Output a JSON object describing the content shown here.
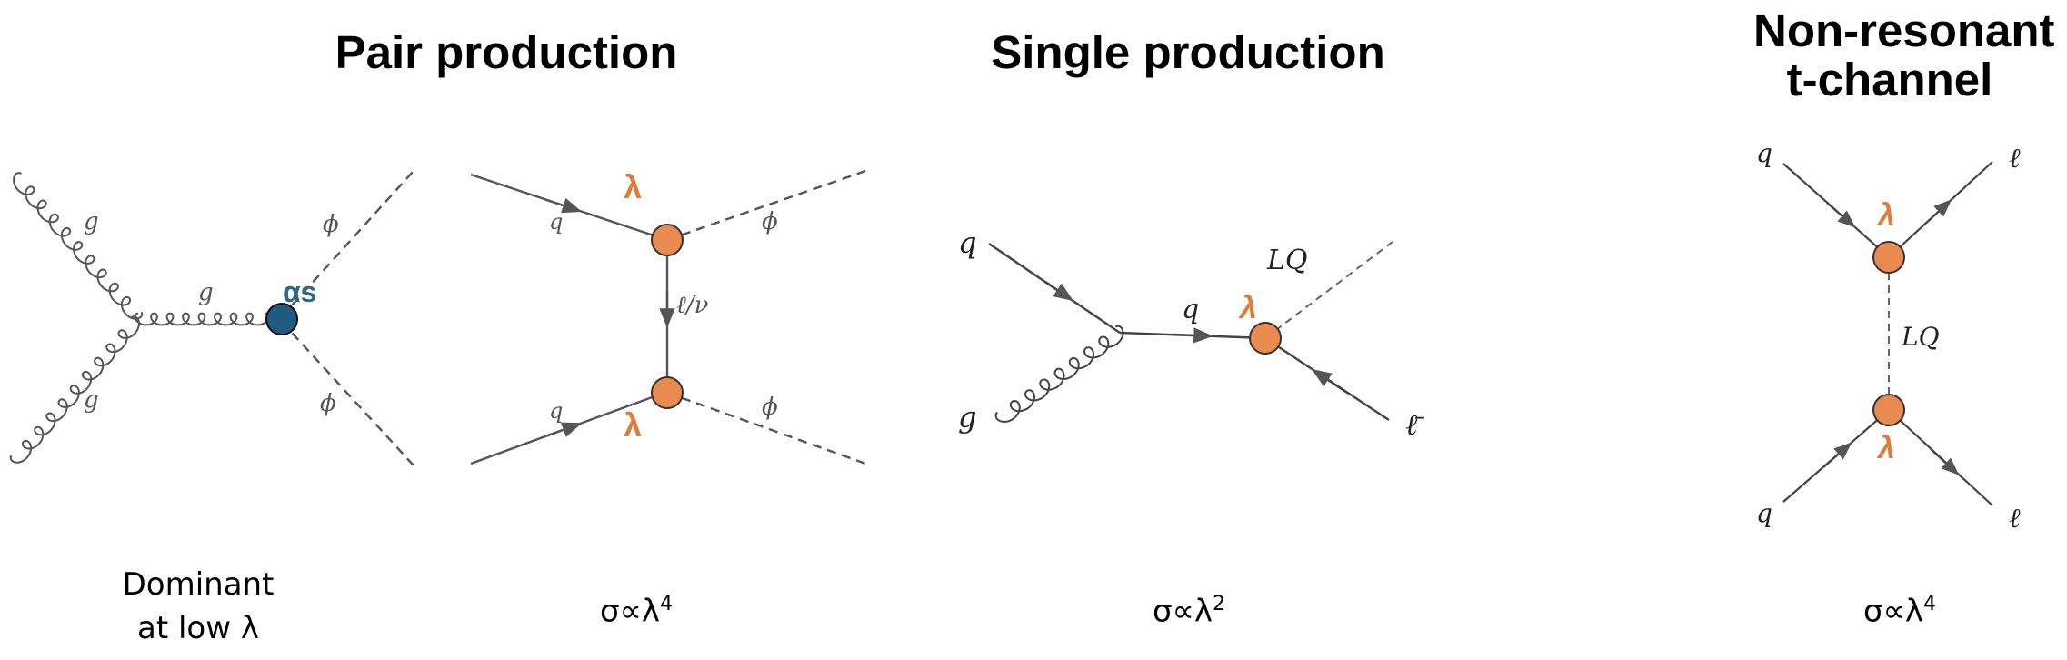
{
  "headings": {
    "pair": "Pair production",
    "single": "Single production",
    "nonres_line1": "Non-resonant",
    "nonres_line2": "t-channel"
  },
  "captions": {
    "pair_gluon_line1": "Dominant",
    "pair_gluon_line2": "at low λ",
    "pair_quark_base": "σ∝λ",
    "pair_quark_exp": "4",
    "single_base": "σ∝λ",
    "single_exp": "2",
    "nonres_base": "σ∝λ",
    "nonres_exp": "4"
  },
  "diagram_labels": {
    "gluon": "g",
    "phi": "ϕ",
    "alpha_s": "αs",
    "quark": "q",
    "lambda": "λ",
    "lepton_nu": "ℓ/ν",
    "LQ": "LQ",
    "lepton": "ℓ",
    "antilepton": "ℓ̄"
  },
  "colors": {
    "vertex_orange": "#e98a4e",
    "coupling_orange": "#e07b39",
    "vertex_blue": "#1f5a80",
    "alpha_blue": "#2f6690",
    "line_gray": "#555555"
  }
}
